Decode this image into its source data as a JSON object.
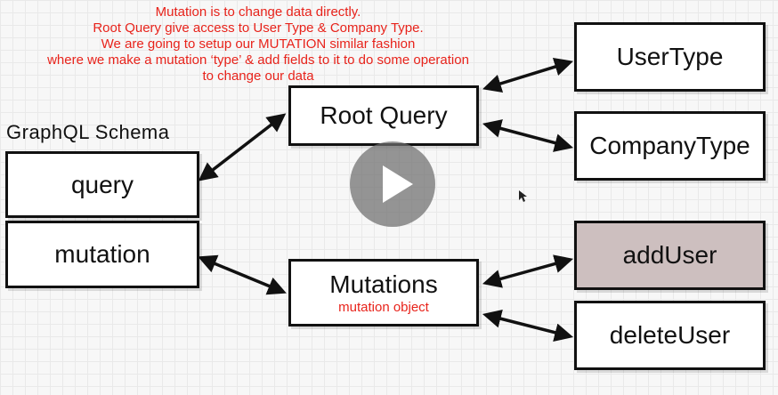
{
  "note": {
    "lines": [
      "Mutation is to change data directly.",
      "Root Query give access to User Type & Company Type.",
      "We are going to setup our MUTATION similar fashion",
      "where we make a mutation ‘type’ & add fields to it to do some operation",
      "to change our data"
    ]
  },
  "schema": {
    "title": "GraphQL Schema",
    "query_label": "query",
    "mutation_label": "mutation"
  },
  "root_query": {
    "label": "Root Query"
  },
  "mutations": {
    "label": "Mutations",
    "sublabel": "mutation object"
  },
  "types": {
    "user": "UserType",
    "company": "CompanyType"
  },
  "mutation_fields": {
    "add_user": "addUser",
    "delete_user": "deleteUser"
  },
  "colors": {
    "annotation": "#e8231b",
    "ink": "#111111",
    "highlight_fill": "#cdbfbf",
    "play_button": "#6e6e6e"
  },
  "player": {
    "play_icon": "play-icon"
  }
}
